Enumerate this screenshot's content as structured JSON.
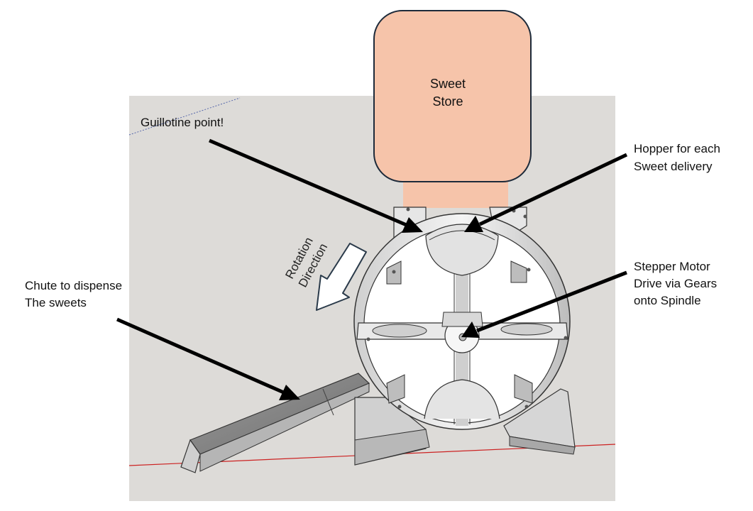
{
  "store": {
    "line1": "Sweet",
    "line2": "Store"
  },
  "rotation": {
    "line1": "Rotation",
    "line2": "Direction"
  },
  "annotations": {
    "guillotine": "Guillotine point!",
    "hopper_line1": "Hopper for each",
    "hopper_line2": "Sweet delivery",
    "stepper_line1": "Stepper Motor",
    "stepper_line2": "Drive via Gears",
    "stepper_line3": "onto Spindle",
    "chute_line1": "Chute to dispense",
    "chute_line2": "The sweets"
  },
  "colors": {
    "background_panel": "#dddbd8",
    "store_fill": "#f6c4aa",
    "store_outline": "#1d2a3a",
    "model_light": "#f2f2f2",
    "model_shade": "#b8b8b8",
    "model_dark": "#8c8c8c",
    "arrow": "#000000",
    "ground_line": "#cc2222"
  }
}
